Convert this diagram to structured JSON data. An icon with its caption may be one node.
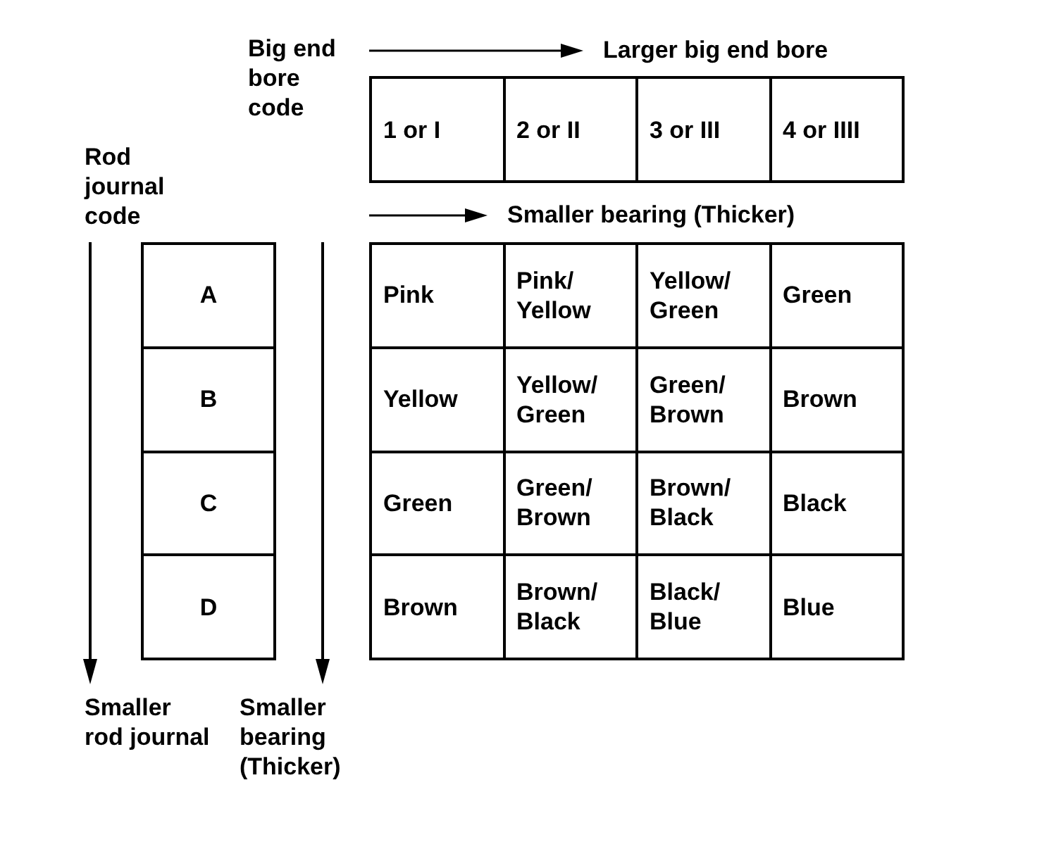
{
  "diagram": {
    "labels": [
      "Big end bore code",
      "Larger big end bore",
      "1 or I",
      "2 or II",
      "3 or III",
      "4 or IIII",
      "Rod journal code",
      "Smaller bearing (Thicker)",
      "A",
      "Pink",
      "Pink/ Yellow",
      "Yellow/ Green",
      "Green",
      "B",
      "Yellow",
      "Yellow/ Green",
      "Green/ Brown",
      "Brown",
      "C",
      "Green",
      "Green/ Brown",
      "Brown/ Black",
      "Black",
      "D",
      "Brown",
      "Brown/ Black",
      "Black/ Blue",
      "Blue",
      "Smaller rod journal",
      "Smaller bearing (Thicker)"
    ]
  }
}
